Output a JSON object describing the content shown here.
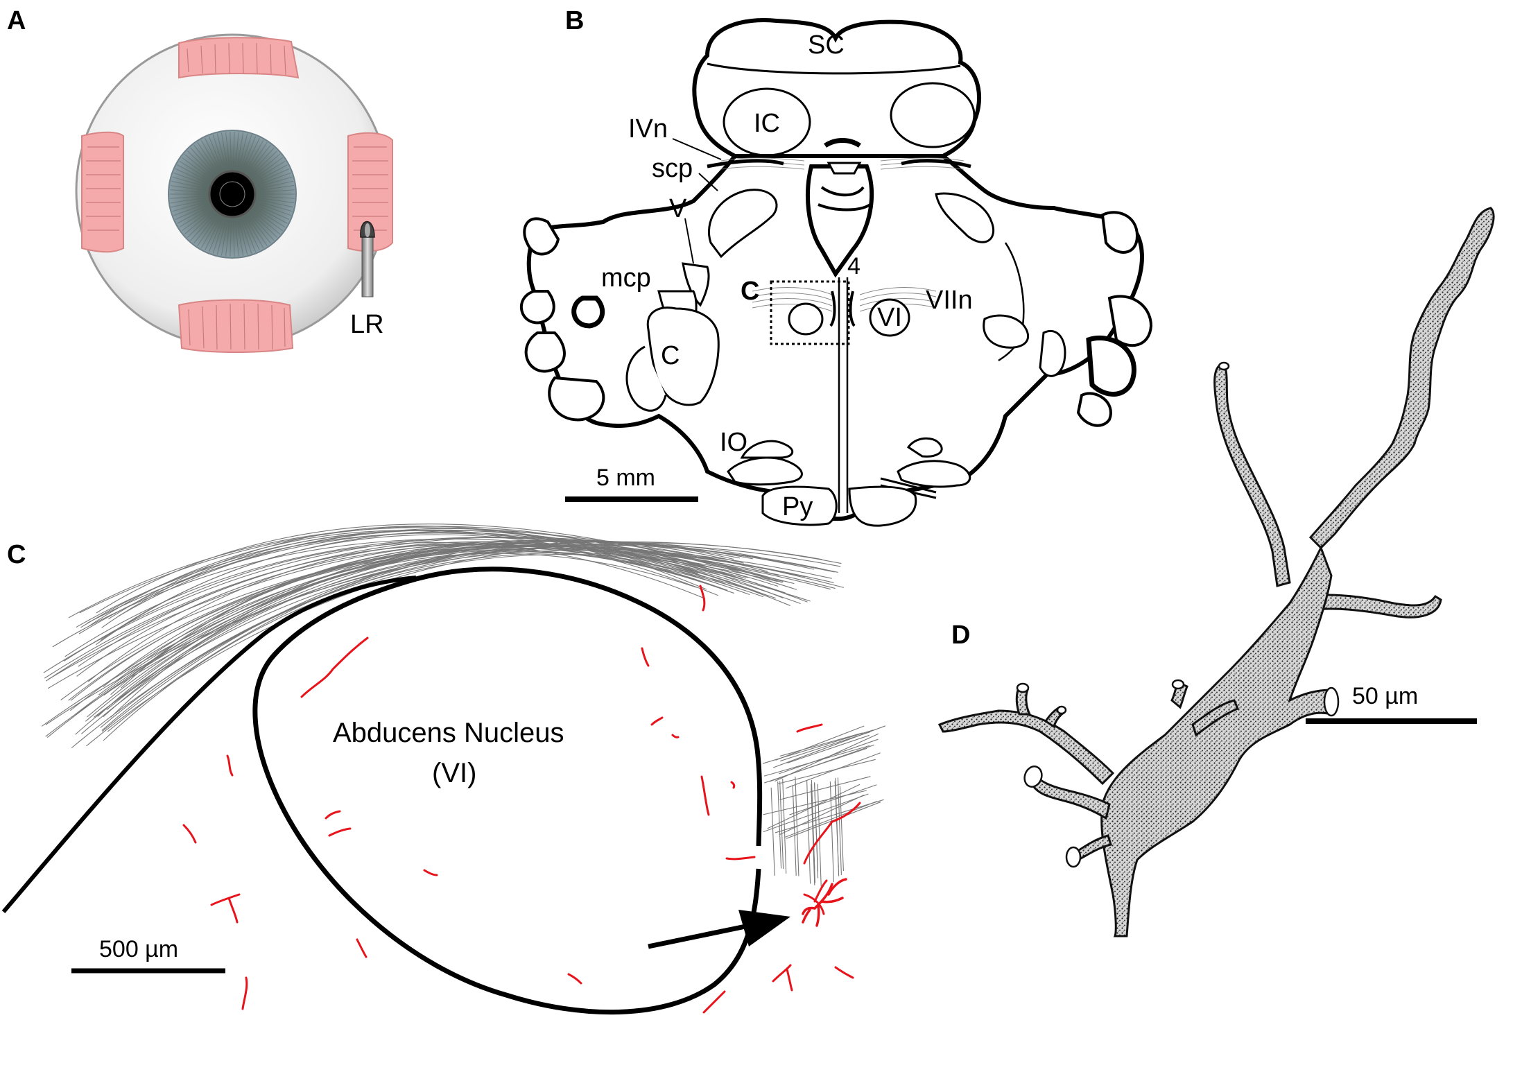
{
  "panels": {
    "a": {
      "letter": "A",
      "label_lr": "LR",
      "colors": {
        "muscle": "#f4a9aa",
        "iris": "#7d8f8c",
        "sclera": "#f2f2f2",
        "pupil": "#000000"
      }
    },
    "b": {
      "letter": "B",
      "labels": {
        "sc": "SC",
        "ic": "IC",
        "ivn": "IVn",
        "scp": "scp",
        "v": "V",
        "mcp": "mcp",
        "c_inset": "C",
        "four": "4",
        "vi": "VI",
        "viin": "VIIn",
        "c_cb": "C",
        "io": "IO",
        "py": "Py"
      },
      "scale_bar": "5 mm"
    },
    "c": {
      "letter": "C",
      "nucleus_line1": "Abducens Nucleus",
      "nucleus_line2": "(VI)",
      "scale_bar": "500 µm",
      "axon_color": "#e8141c"
    },
    "d": {
      "letter": "D",
      "scale_bar": "50 µm"
    }
  }
}
